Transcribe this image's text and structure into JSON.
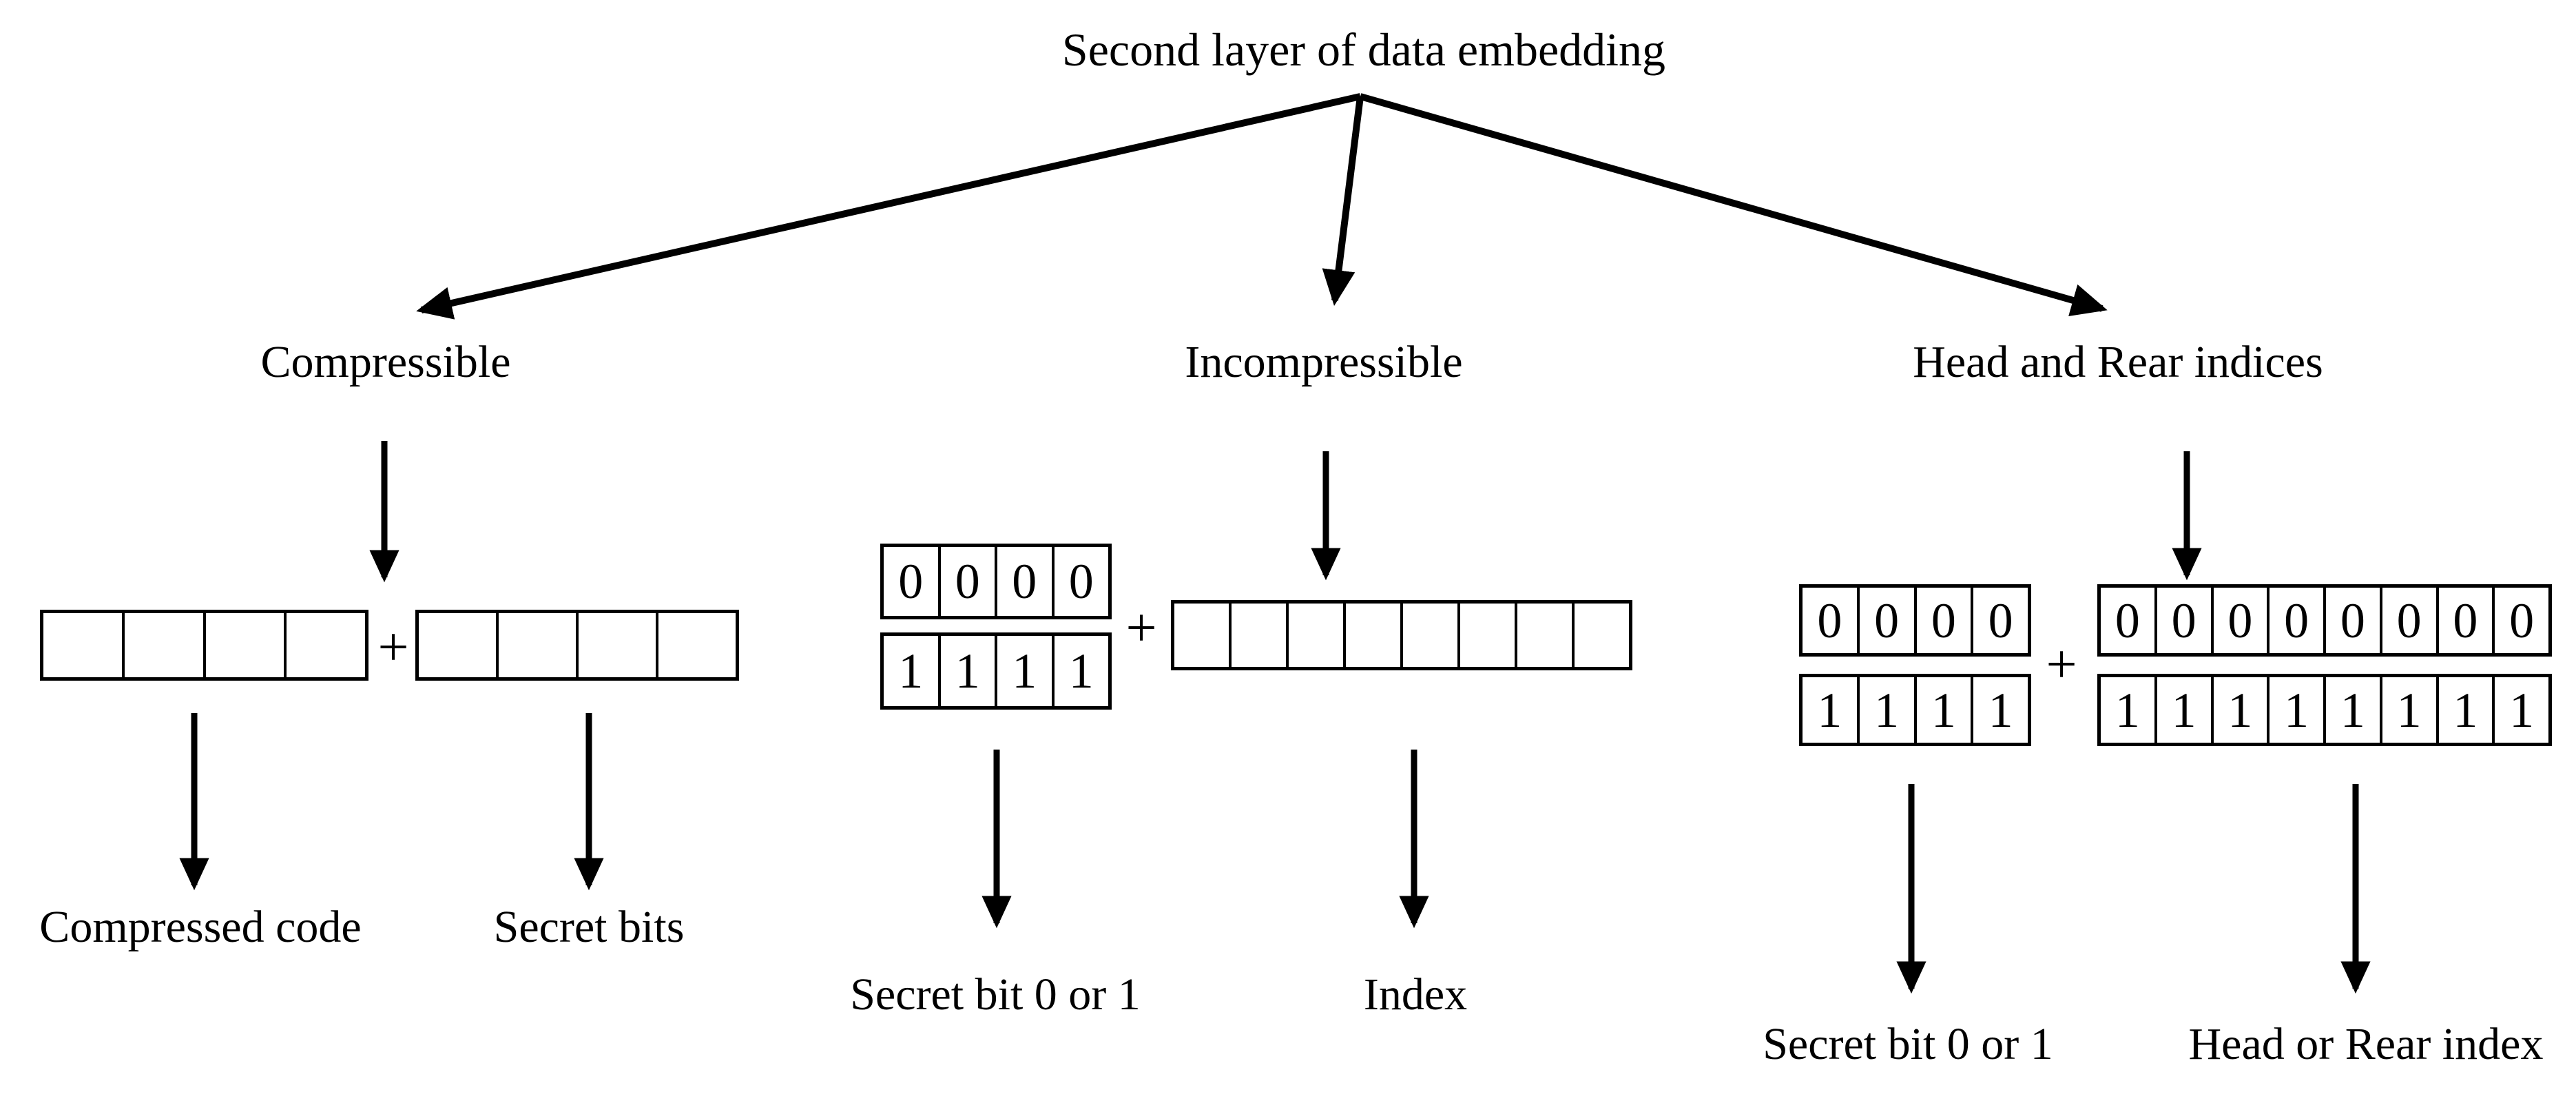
{
  "title": "Second layer of data embedding",
  "plus_sign": "+",
  "colors": {
    "ink": "#000000",
    "background": "#ffffff"
  },
  "branches": {
    "compressible": {
      "label": "Compressible",
      "outputs": [
        "Compressed code",
        "Secret bits"
      ]
    },
    "incompressible": {
      "label": "Incompressible",
      "bits0": "0000",
      "bits1": "1111",
      "outputs": [
        "Secret bit 0 or 1",
        "Index"
      ]
    },
    "head_rear": {
      "label": "Head and Rear indices",
      "bits0": "0000",
      "bits1": "1111",
      "bits0_8": "00000000",
      "bits1_8": "11111111",
      "outputs": [
        "Secret bit 0 or 1",
        "Head or Rear index"
      ]
    }
  }
}
